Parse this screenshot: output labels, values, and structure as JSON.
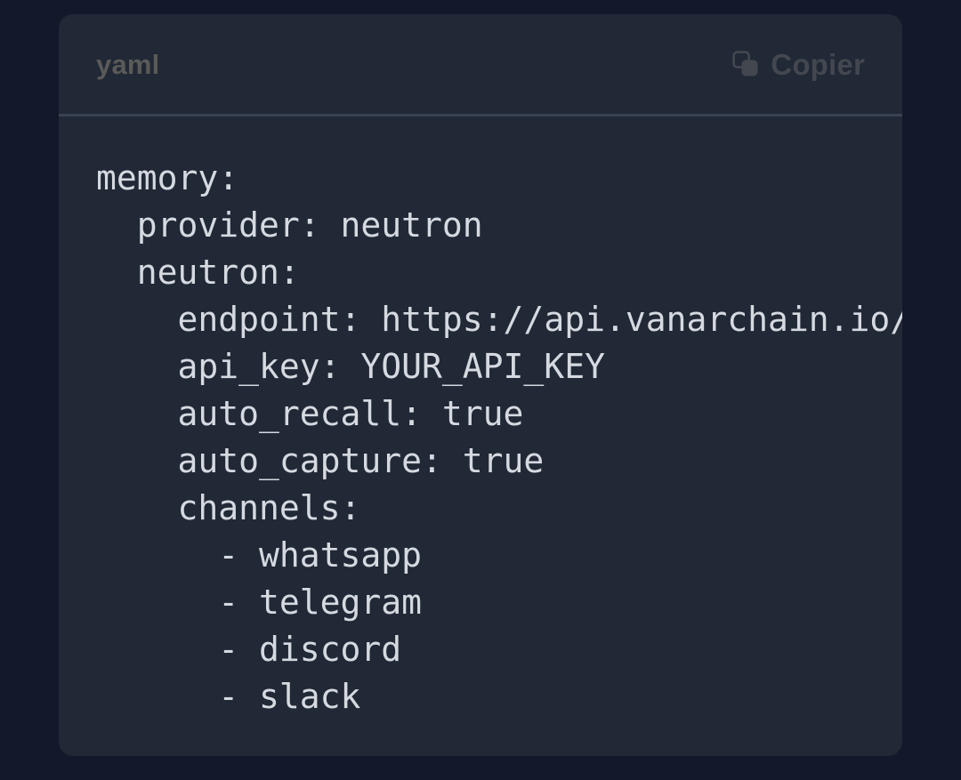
{
  "card": {
    "language_label": "yaml",
    "copy_button": {
      "label": "Copier",
      "icon": "copy-icon"
    },
    "code": {
      "language": "yaml",
      "lines": [
        "memory:",
        "  provider: neutron",
        "  neutron:",
        "    endpoint: https://api.vanarchain.io/",
        "    api_key: YOUR_API_KEY",
        "    auto_recall: true",
        "    auto_capture: true",
        "    channels:",
        "      - whatsapp",
        "      - telegram",
        "      - discord",
        "      - slack"
      ]
    }
  },
  "colors": {
    "page_background": "#13182a",
    "card_background": "#212836",
    "divider": "#3a4254",
    "code_text": "#d5d9e0",
    "language_label": "#5a5a58",
    "copy_label": "#43474f"
  }
}
